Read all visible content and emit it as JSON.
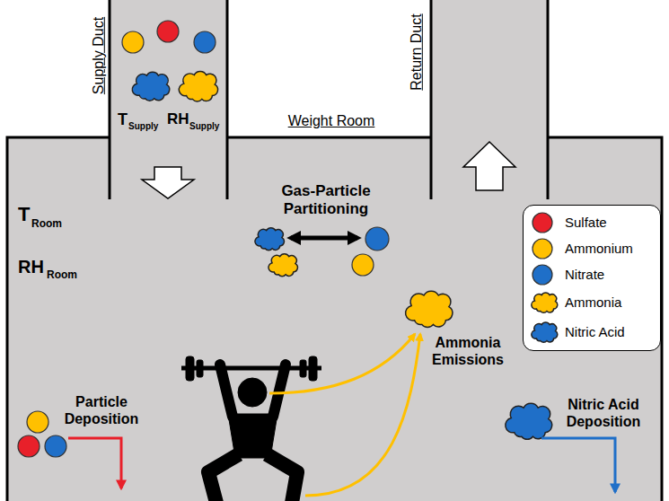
{
  "diagram": {
    "nodes": [
      {
        "text": [
          "Supply Duct"
        ]
      },
      {
        "text": [
          "Weight Room"
        ]
      },
      {
        "text": [
          "Return Duct"
        ]
      }
    ],
    "labels": [
      "T",
      "Supply",
      "RH",
      "Supply",
      "T",
      "Room",
      "RH",
      "Room",
      "Gas-Particle Partitioning",
      "Ammonia Emissions",
      "Particle Deposition",
      "Nitric Acid Deposition"
    ],
    "legend": [
      {
        "text": "Sulfate",
        "color": "#e8202a"
      },
      {
        "text": "Ammonium",
        "color": "#ffc000"
      },
      {
        "text": "Nitrate",
        "color": "#1f6fc8"
      },
      {
        "text": "Ammonia"
      },
      {
        "text": "Nitric Acid"
      }
    ]
  }
}
